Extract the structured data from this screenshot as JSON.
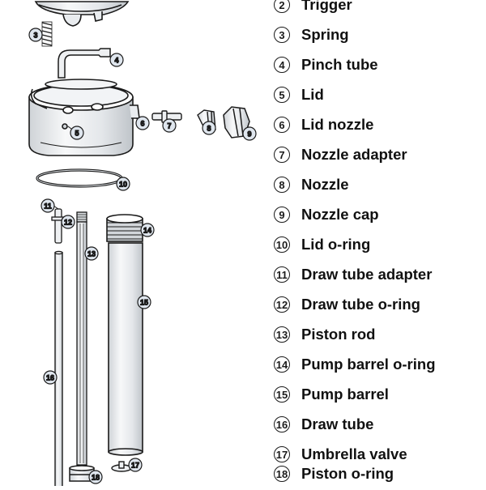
{
  "legend": [
    {
      "num": "2",
      "label": "Trigger"
    },
    {
      "num": "3",
      "label": "Spring"
    },
    {
      "num": "4",
      "label": "Pinch tube"
    },
    {
      "num": "5",
      "label": "Lid"
    },
    {
      "num": "6",
      "label": "Lid nozzle"
    },
    {
      "num": "7",
      "label": "Nozzle adapter"
    },
    {
      "num": "8",
      "label": "Nozzle"
    },
    {
      "num": "9",
      "label": "Nozzle cap"
    },
    {
      "num": "10",
      "label": "Lid o-ring"
    },
    {
      "num": "11",
      "label": "Draw tube adapter"
    },
    {
      "num": "12",
      "label": "Draw tube o-ring"
    },
    {
      "num": "13",
      "label": "Piston rod"
    },
    {
      "num": "14",
      "label": "Pump barrel o-ring"
    },
    {
      "num": "15",
      "label": "Pump barrel"
    },
    {
      "num": "16",
      "label": "Draw tube"
    },
    {
      "num": "17",
      "label": "Umbrella valve"
    },
    {
      "num": "18",
      "label": "Piston o-ring"
    }
  ],
  "callouts": {
    "c3": "3",
    "c4": "4",
    "c5": "5",
    "c6": "6",
    "c7": "7",
    "c8": "8",
    "c9": "9",
    "c10": "10",
    "c11": "11",
    "c12": "12",
    "c13": "13",
    "c14": "14",
    "c15": "15",
    "c16": "16",
    "c17": "17",
    "c18": "18"
  },
  "colors": {
    "outline": "#1a1a1a",
    "part_fill": "#eef0f2",
    "badge_fill": "#dfe6ee"
  }
}
